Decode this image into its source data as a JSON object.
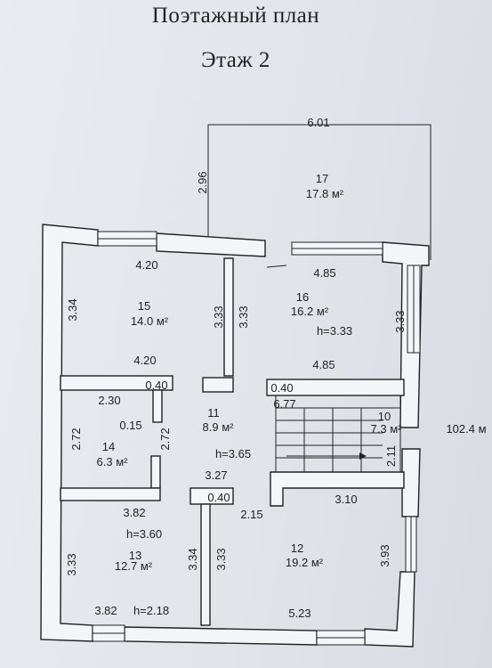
{
  "title": "Поэтажный план",
  "subtitle": "Этаж 2",
  "total_area": "102.4 м",
  "rooms": [
    {
      "num": "17",
      "area": "17.8 м²"
    },
    {
      "num": "15",
      "area": "14.0 м²"
    },
    {
      "num": "16",
      "area": "16.2 м²",
      "height": "h=3.33"
    },
    {
      "num": "14",
      "area": "6.3 м²"
    },
    {
      "num": "11",
      "area": "8.9 м²",
      "height": "h=3.65"
    },
    {
      "num": "10",
      "area": "7.3 м²"
    },
    {
      "num": "13",
      "area": "12.7 м²",
      "height": "h=3.60"
    },
    {
      "num": "12",
      "area": "19.2 м²"
    }
  ],
  "dimensions": [
    "6.01",
    "2.96",
    "4.20",
    "4.85",
    "3.34",
    "3.33",
    "3.33",
    "3.33",
    "4.20",
    "4.85",
    "0.40",
    "0.40",
    "2.30",
    "6.77",
    "0.15",
    "2.72",
    "2.72",
    "2.11",
    "3.27",
    "3.82",
    "0.40",
    "2.15",
    "3.10",
    "3.33",
    "3.34",
    "3.33",
    "3.93",
    "3.82",
    "5.23"
  ],
  "extra_labels": [
    "h=2.18"
  ]
}
